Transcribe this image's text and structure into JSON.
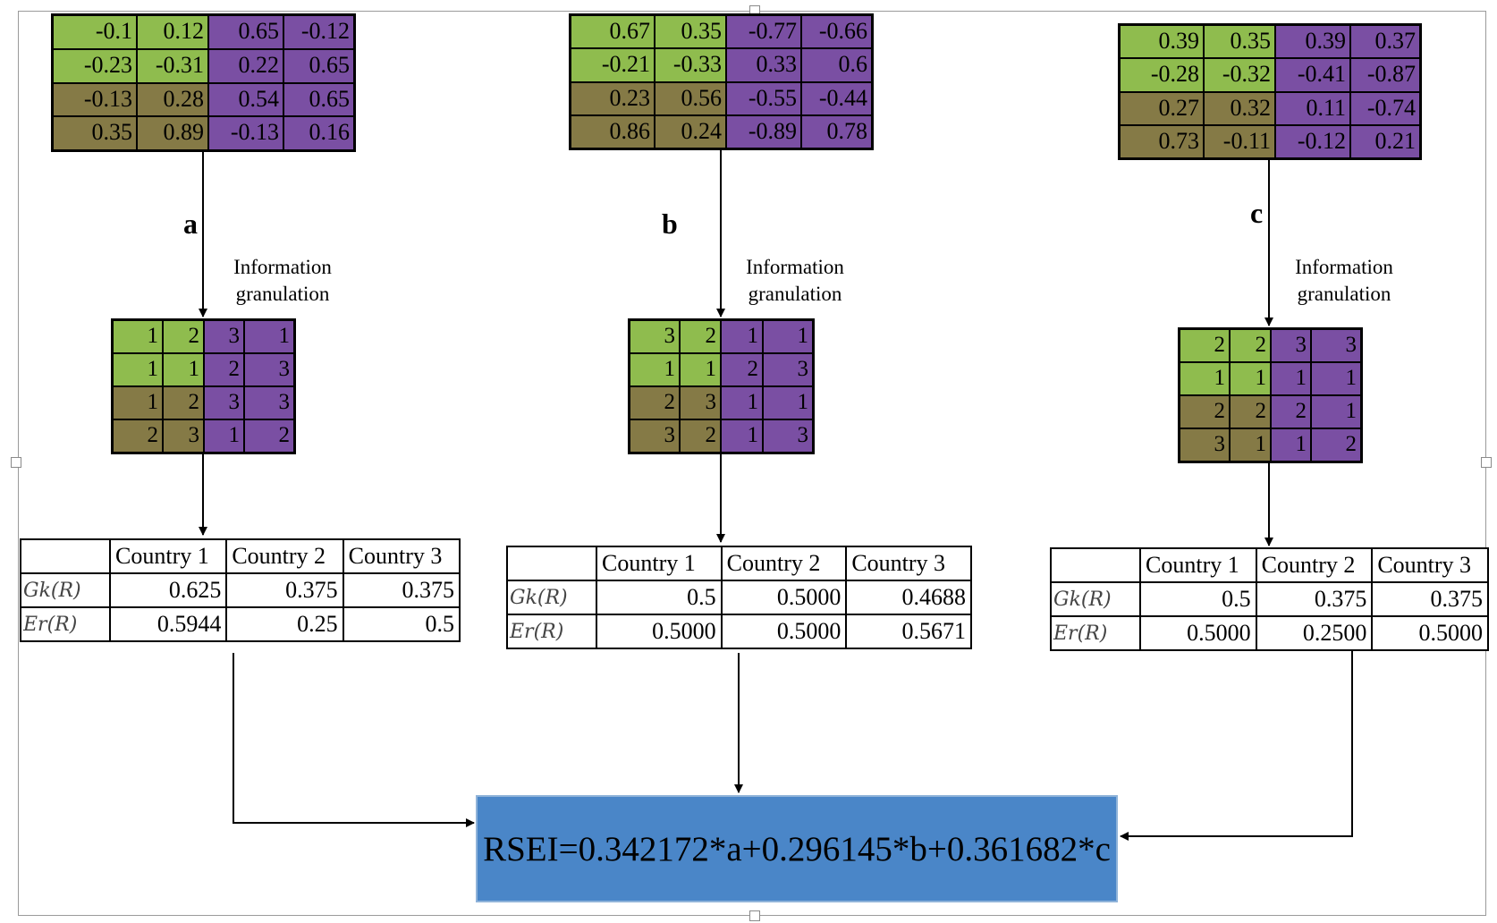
{
  "panels": [
    {
      "letter": "a",
      "caption_line1": "Information",
      "caption_line2": "granulation",
      "raw": [
        [
          "-0.1",
          "0.12",
          "0.65",
          "-0.12"
        ],
        [
          "-0.23",
          "-0.31",
          "0.22",
          "0.65"
        ],
        [
          "-0.13",
          "0.28",
          "0.54",
          "0.65"
        ],
        [
          "0.35",
          "0.89",
          "-0.13",
          "0.16"
        ]
      ],
      "granulated": [
        [
          "1",
          "2",
          "3",
          "1"
        ],
        [
          "1",
          "1",
          "2",
          "3"
        ],
        [
          "1",
          "2",
          "3",
          "3"
        ],
        [
          "2",
          "3",
          "1",
          "2"
        ]
      ],
      "table": {
        "headers": [
          "Country 1",
          "Country 2",
          "Country 3"
        ],
        "rows": [
          {
            "label": "Gk(R)",
            "values": [
              "0.625",
              "0.375",
              "0.375"
            ]
          },
          {
            "label": "Er(R)",
            "values": [
              "0.5944",
              "0.25",
              "0.5"
            ]
          }
        ]
      }
    },
    {
      "letter": "b",
      "caption_line1": "Information",
      "caption_line2": "granulation",
      "raw": [
        [
          "0.67",
          "0.35",
          "-0.77",
          "-0.66"
        ],
        [
          "-0.21",
          "-0.33",
          "0.33",
          "0.6"
        ],
        [
          "0.23",
          "0.56",
          "-0.55",
          "-0.44"
        ],
        [
          "0.86",
          "0.24",
          "-0.89",
          "0.78"
        ]
      ],
      "granulated": [
        [
          "3",
          "2",
          "1",
          "1"
        ],
        [
          "1",
          "1",
          "2",
          "3"
        ],
        [
          "2",
          "3",
          "1",
          "1"
        ],
        [
          "3",
          "2",
          "1",
          "3"
        ]
      ],
      "table": {
        "headers": [
          "Country 1",
          "Country 2",
          "Country 3"
        ],
        "rows": [
          {
            "label": "Gk(R)",
            "values": [
              "0.5",
              "0.5000",
              "0.4688"
            ]
          },
          {
            "label": "Er(R)",
            "values": [
              "0.5000",
              "0.5000",
              "0.5671"
            ]
          }
        ]
      }
    },
    {
      "letter": "c",
      "caption_line1": "Information",
      "caption_line2": "granulation",
      "raw": [
        [
          "0.39",
          "0.35",
          "0.39",
          "0.37"
        ],
        [
          "-0.28",
          "-0.32",
          "-0.41",
          "-0.87"
        ],
        [
          "0.27",
          "0.32",
          "0.11",
          "-0.74"
        ],
        [
          "0.73",
          "-0.11",
          "-0.12",
          "0.21"
        ]
      ],
      "granulated": [
        [
          "2",
          "2",
          "3",
          "3"
        ],
        [
          "1",
          "1",
          "1",
          "1"
        ],
        [
          "2",
          "2",
          "2",
          "1"
        ],
        [
          "3",
          "1",
          "1",
          "2"
        ]
      ],
      "table": {
        "headers": [
          "Country 1",
          "Country 2",
          "Country 3"
        ],
        "rows": [
          {
            "label": "Gk(R)",
            "values": [
              "0.5",
              "0.375",
              "0.375"
            ]
          },
          {
            "label": "Er(R)",
            "values": [
              "0.5000",
              "0.2500",
              "0.5000"
            ]
          }
        ]
      }
    }
  ],
  "cell_colors": {
    "green": "#8fbc4e",
    "olive": "#857a46",
    "purple": "#7a4fa3"
  },
  "formula": "RSEI=0.342172*a+0.296145*b+0.361682*c",
  "formula_color": "#4a86c8"
}
